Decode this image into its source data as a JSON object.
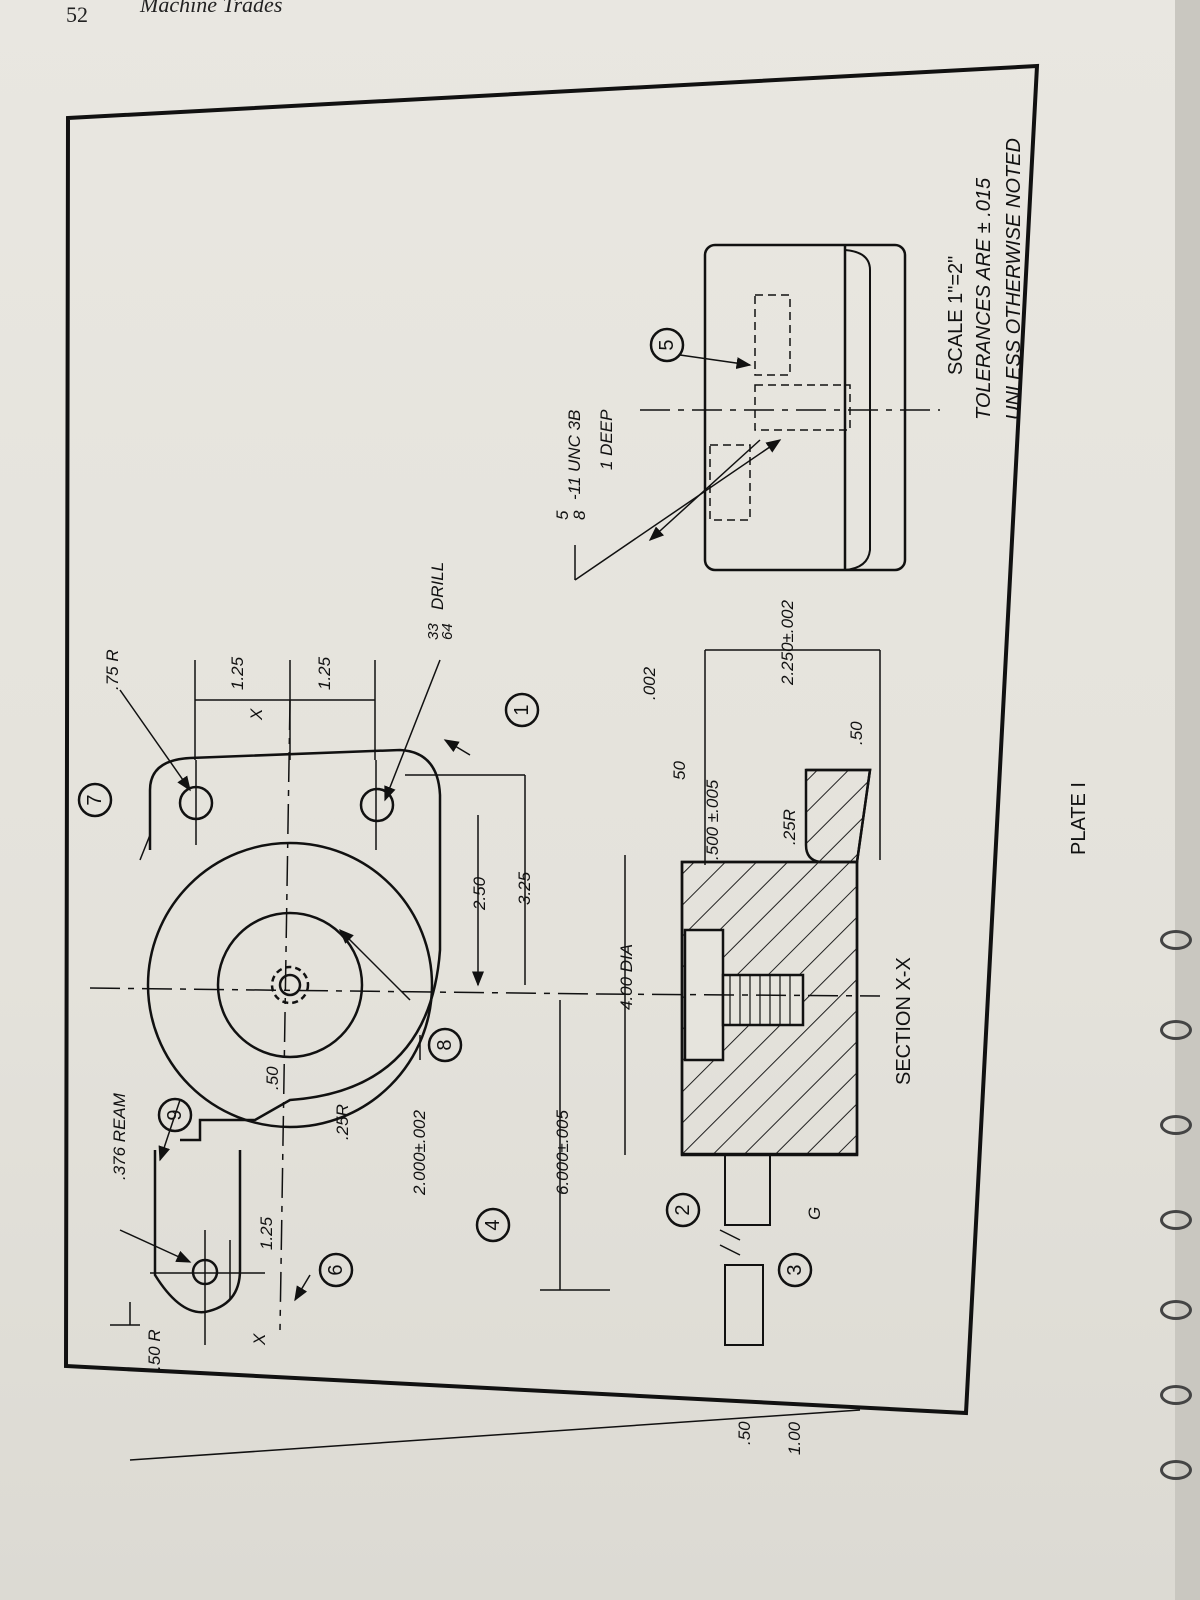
{
  "header": {
    "page_number": "52",
    "book_title": "Machine Trades"
  },
  "plate": {
    "title": "PLATE I",
    "section_label": "SECTION X-X",
    "scale": "SCALE 1\"=2\"",
    "tolerance_line1": "TOLERANCES ARE ± .015",
    "tolerance_line2": "UNLESS OTHERWISE NOTED"
  },
  "callouts": [
    "1",
    "2",
    "3",
    "4",
    "5",
    "6",
    "7",
    "8",
    "9"
  ],
  "dimensions": {
    "r75": ".75 R",
    "r50": ".50 R",
    "ream": ".376 REAM",
    "drill_num": "33",
    "drill_den": "64",
    "drill_text": "DRILL",
    "d125a": "1.25",
    "d125b": "1.25",
    "d125c": "1.25",
    "x1": "X",
    "x2": "X",
    "d50a": ".50",
    "r25a": ".25R",
    "r25b": ".25R",
    "d2000": "2.000±.002",
    "d250": "2.50",
    "d325": "3.25",
    "d6000": "6.000±.005",
    "d400": "4.00 DIA",
    "d500": ".500 ±.005",
    "d2250": "2.250±.002",
    "d50b": ".50",
    "d50c": ".50",
    "d100": "1.00",
    "finish50": "50",
    "finish002": ".002",
    "g": "G",
    "thread_num": "5",
    "thread_den": "8",
    "thread_text": "-11 UNC 3B",
    "thread_deep": "1 DEEP"
  }
}
